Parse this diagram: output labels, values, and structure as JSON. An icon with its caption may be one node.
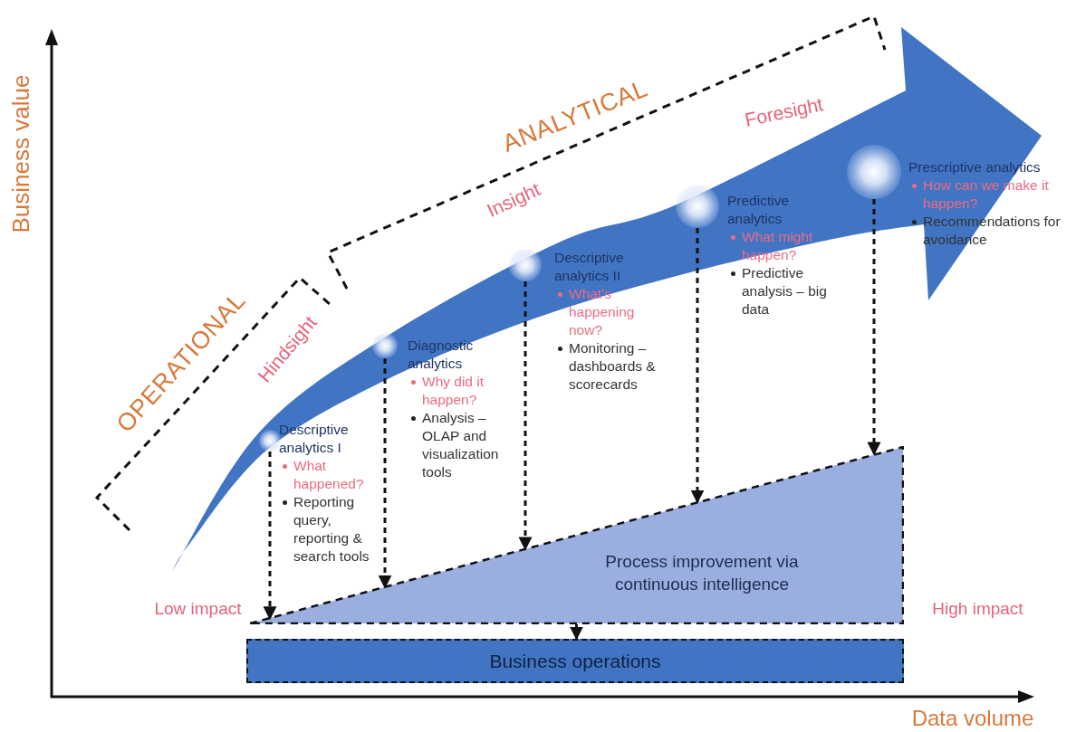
{
  "diagram": {
    "nodes": [
      {
        "text": [],
        "shape": "arrow"
      },
      {
        "text": [],
        "shape": "circle",
        "in": 0
      },
      {
        "text": [],
        "shape": "circle",
        "in": 0
      },
      {
        "text": [],
        "shape": "circle",
        "in": 0
      },
      {
        "text": [],
        "shape": "circle",
        "in": 0
      },
      {
        "text": [],
        "shape": "circle",
        "in": 0
      },
      {
        "text": [
          "Descriptive analytics I",
          "What happened?",
          "Reporting query, reporting & search tools"
        ]
      },
      {
        "text": [
          "Diagnostic analytics",
          "Why did it happen?",
          "Analysis – OLAP and visualization tools"
        ]
      },
      {
        "text": [
          "Descriptive analytics II",
          "What's happening now?",
          "Monitoring – dashboards & scorecards"
        ]
      },
      {
        "text": [
          "Predictive analytics",
          "What might happen?",
          "Predictive analysis – big data"
        ]
      },
      {
        "text": [
          "Prescriptive analytics",
          "How can we make it happen?",
          "Recommendations for avoidance"
        ]
      },
      {
        "text": [
          "Process improvement via continuous intelligence"
        ]
      },
      {
        "text": [
          "Business operations"
        ]
      }
    ],
    "edges": [
      {
        "from": 1,
        "to": 11,
        "arrow": "to",
        "style": "dashed"
      },
      {
        "from": 2,
        "to": 11,
        "arrow": "to",
        "style": "dashed"
      },
      {
        "from": 3,
        "to": 11,
        "arrow": "to",
        "style": "dashed"
      },
      {
        "from": 4,
        "to": 11,
        "arrow": "to",
        "style": "dashed"
      },
      {
        "from": 5,
        "to": 11,
        "arrow": "to",
        "style": "dashed"
      },
      {
        "from": 11,
        "to": 12,
        "arrow": "to"
      }
    ],
    "labels": [
      "Business value",
      "OPERATIONAL",
      "ANALYTICAL",
      "Hindsight",
      "Insight",
      "Foresight",
      "Low impact",
      "High impact",
      "Data volume"
    ]
  }
}
